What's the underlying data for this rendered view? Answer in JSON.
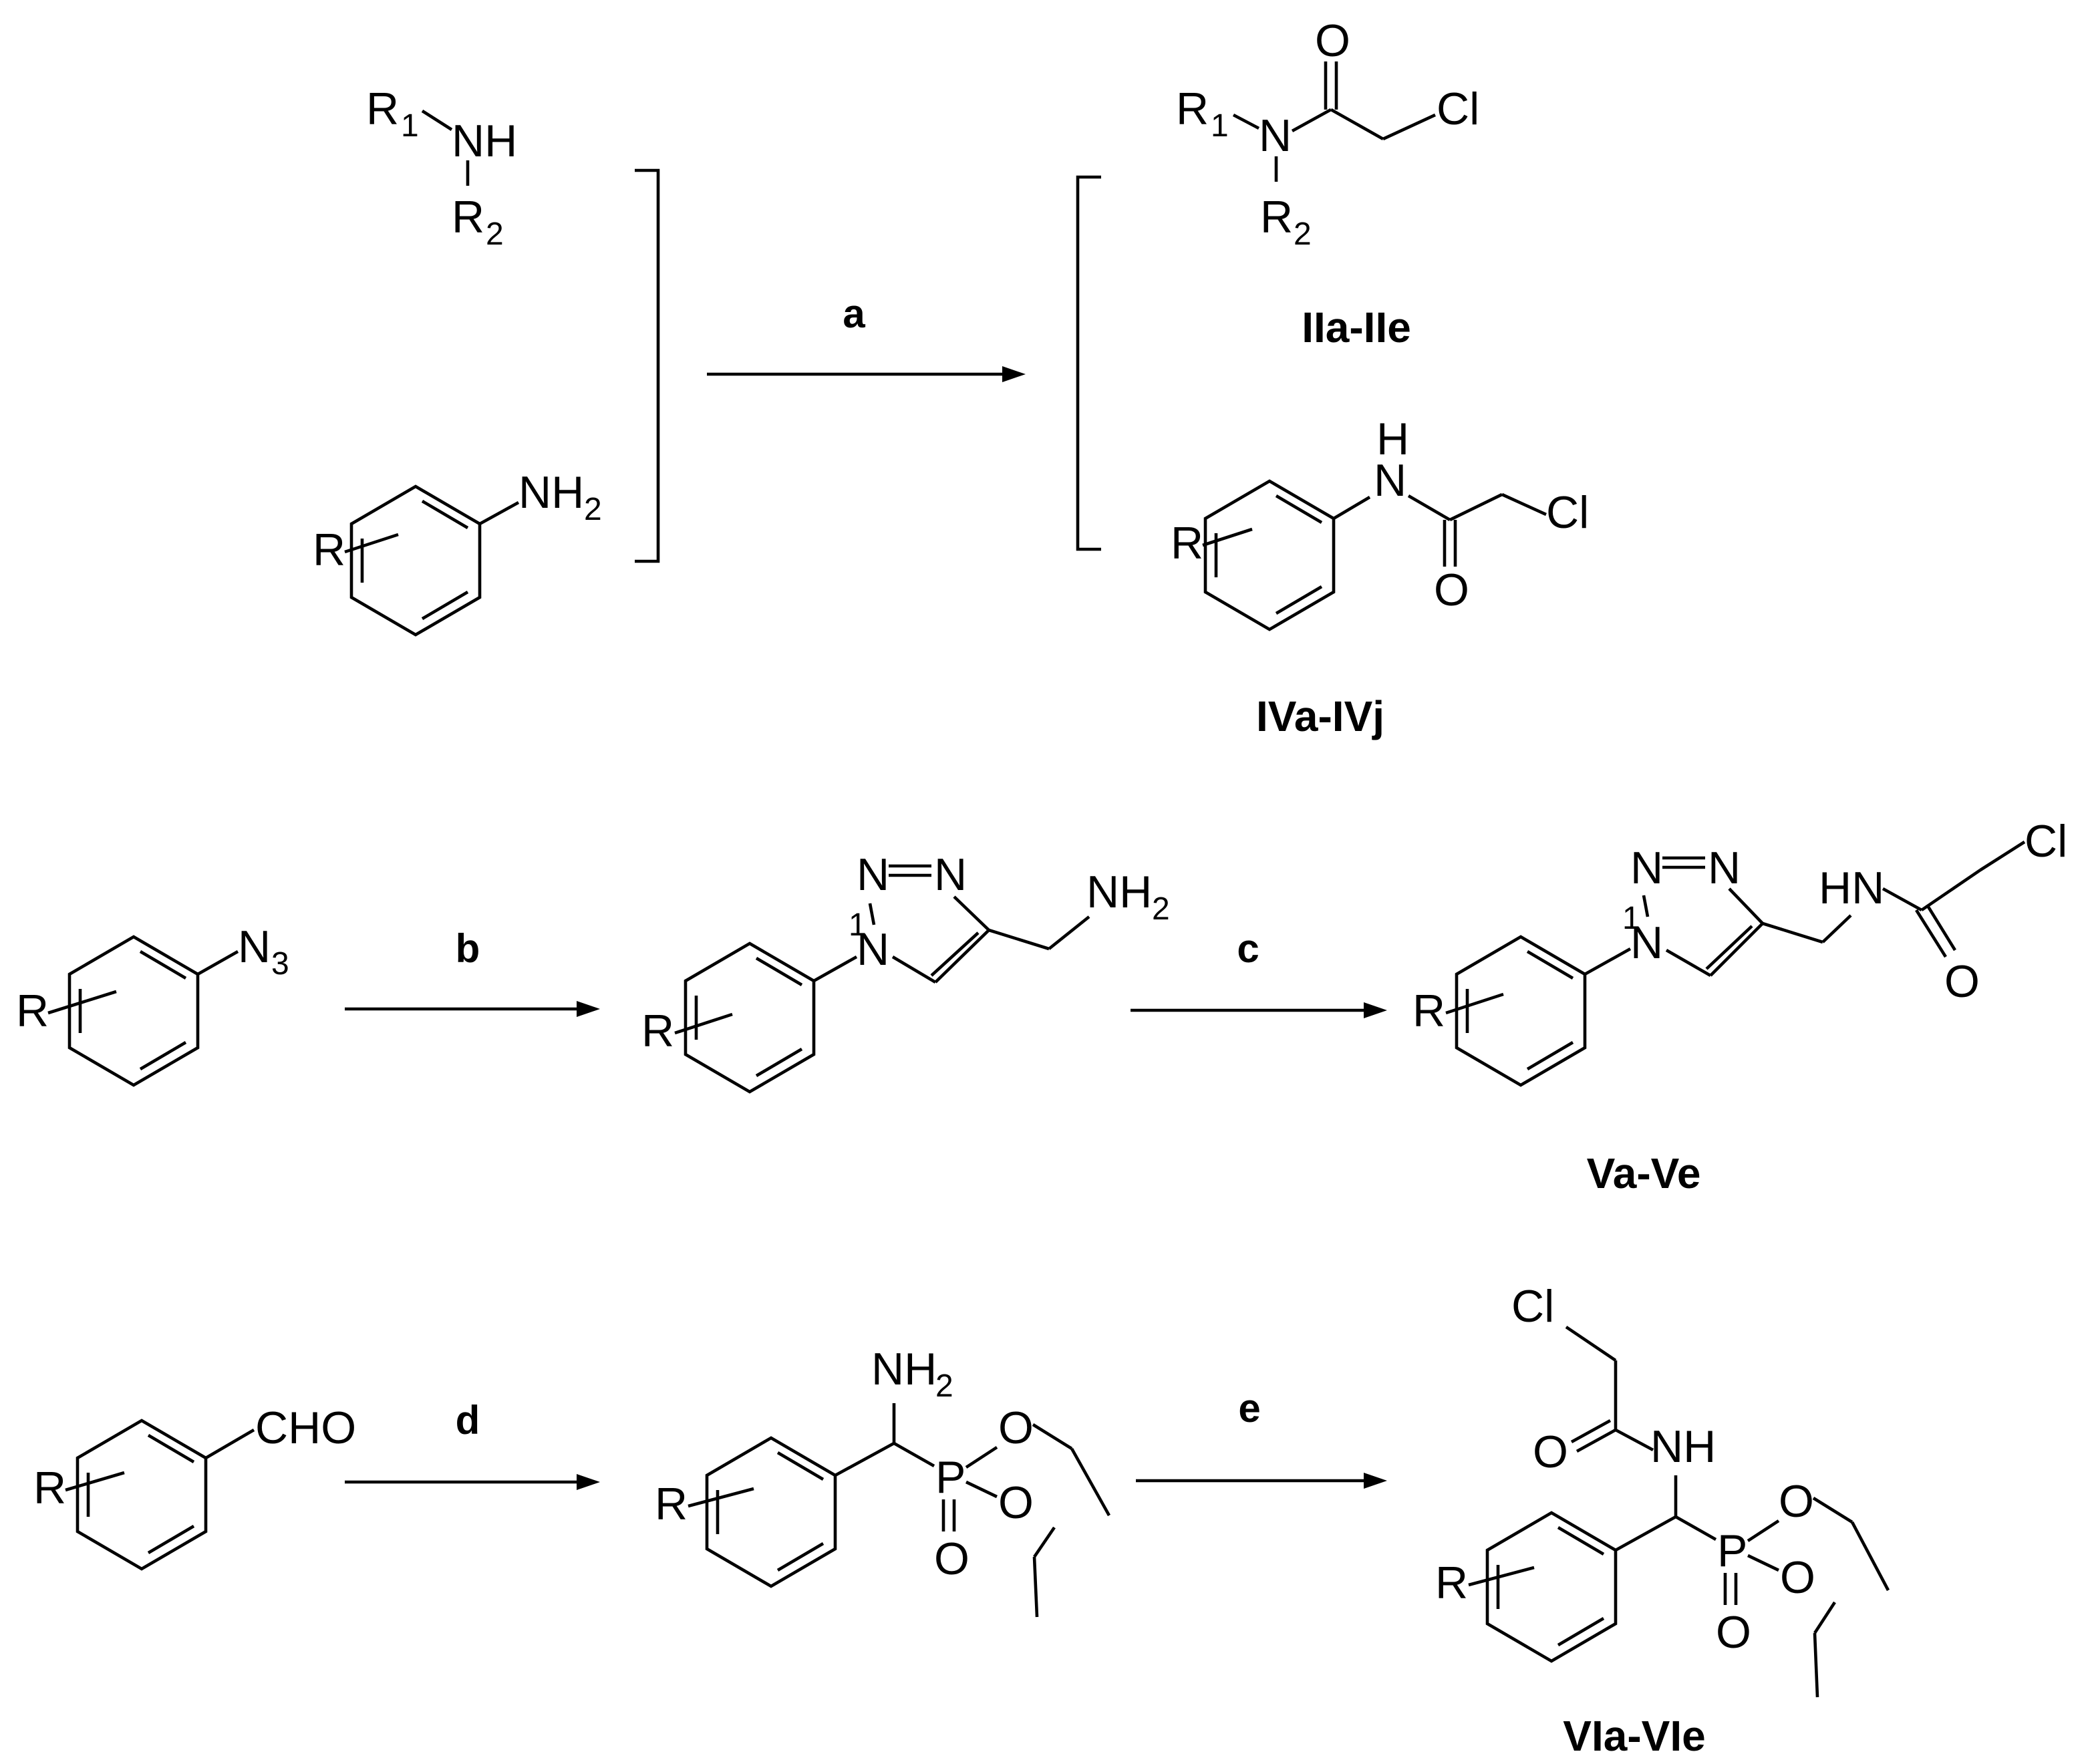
{
  "reagents": [
    "a",
    "b",
    "c",
    "d",
    "e"
  ],
  "compounds": [
    "IIa-IIe",
    "IVa-IVj",
    "Va-Ve",
    "VIa-VIe"
  ],
  "atoms": {
    "R": "R",
    "R1": "R",
    "R1_sub": "1",
    "R2": "R",
    "R2_sub": "2",
    "N": "N",
    "NH": "NH",
    "H": "H",
    "HN": "HN",
    "NH2": "NH",
    "NH2_sub": "2",
    "N3": "N",
    "N3_sub": "3",
    "Cl": "Cl",
    "O": "O",
    "P": "P",
    "CHO": "CHO",
    "N1": "N",
    "N2": "N",
    "N2eq": "N=N",
    "one": "1",
    "dash": "–"
  }
}
